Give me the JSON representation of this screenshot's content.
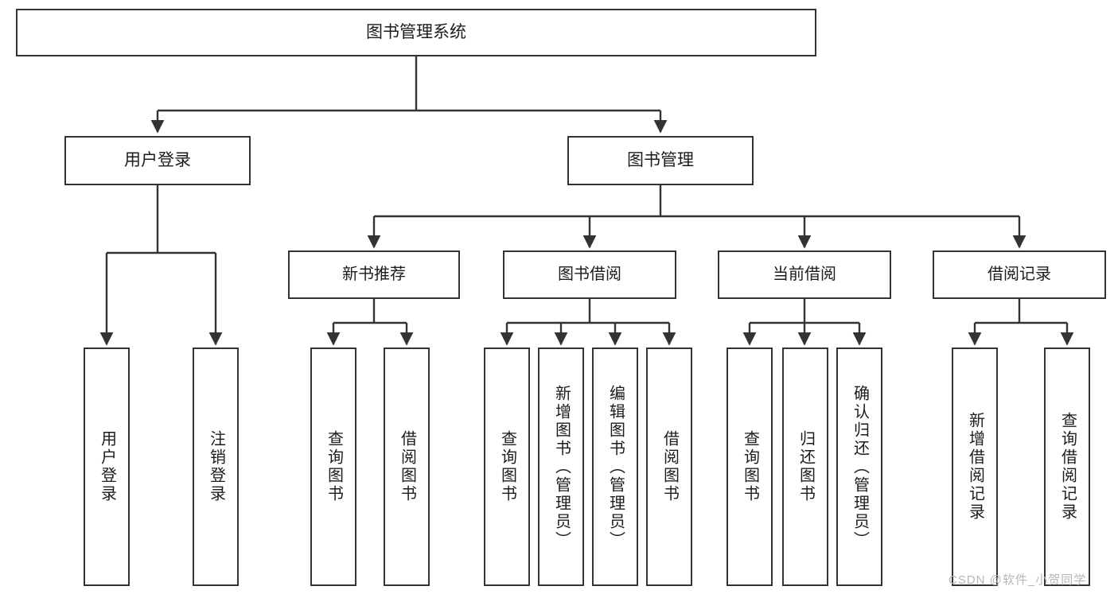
{
  "diagram": {
    "title": "图书管理系统",
    "type": "hierarchy-tree",
    "root": {
      "label": "图书管理系统"
    },
    "level1": [
      {
        "label": "用户登录"
      },
      {
        "label": "图书管理"
      }
    ],
    "level2": [
      {
        "label": "新书推荐"
      },
      {
        "label": "图书借阅"
      },
      {
        "label": "当前借阅"
      },
      {
        "label": "借阅记录"
      }
    ],
    "leaves": {
      "user_login": [
        {
          "label": "用户登录"
        },
        {
          "label": "注销登录"
        }
      ],
      "new_book_recommend": [
        {
          "label": "查询图书"
        },
        {
          "label": "借阅图书"
        }
      ],
      "book_borrow": [
        {
          "label": "查询图书"
        },
        {
          "label": "新增图书（管理员）"
        },
        {
          "label": "编辑图书（管理员）"
        },
        {
          "label": "借阅图书"
        }
      ],
      "current_borrow": [
        {
          "label": "查询图书"
        },
        {
          "label": "归还图书"
        },
        {
          "label": "确认归还（管理员）"
        }
      ],
      "borrow_record": [
        {
          "label": "新增借阅记录"
        },
        {
          "label": "查询借阅记录"
        }
      ]
    }
  },
  "watermark": {
    "text": "CSDN @软件_小贺同学"
  },
  "colors": {
    "border": "#333333",
    "background": "#ffffff",
    "text": "#1c1c1c",
    "connector": "#333333",
    "watermark": "#b6b6b6"
  }
}
